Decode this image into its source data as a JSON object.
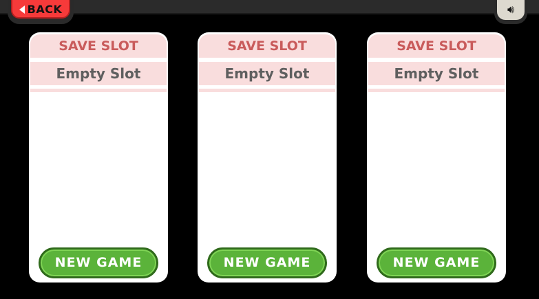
{
  "back_label": "BACK",
  "slots": [
    {
      "header": "SAVE SLOT",
      "status": "Empty Slot",
      "button": "NEW GAME"
    },
    {
      "header": "SAVE SLOT",
      "status": "Empty Slot",
      "button": "NEW GAME"
    },
    {
      "header": "SAVE SLOT",
      "status": "Empty Slot",
      "button": "NEW GAME"
    }
  ]
}
